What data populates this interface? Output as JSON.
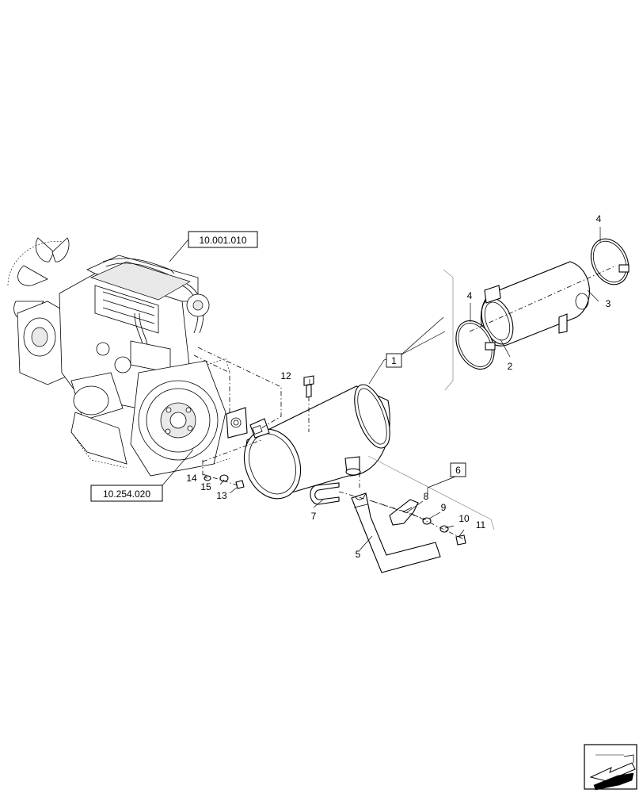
{
  "references": {
    "top": "10.001.010",
    "bottom": "10.254.020"
  },
  "callouts": {
    "c1": "1",
    "c2": "2",
    "c3": "3",
    "c4a": "4",
    "c4b": "4",
    "c5": "5",
    "c6": "6",
    "c7": "7",
    "c8": "8",
    "c9": "9",
    "c10": "10",
    "c11": "11",
    "c12": "12",
    "c13": "13",
    "c14": "14",
    "c15": "15"
  },
  "icons": {
    "navigation": "previous-page-arrow-icon"
  }
}
